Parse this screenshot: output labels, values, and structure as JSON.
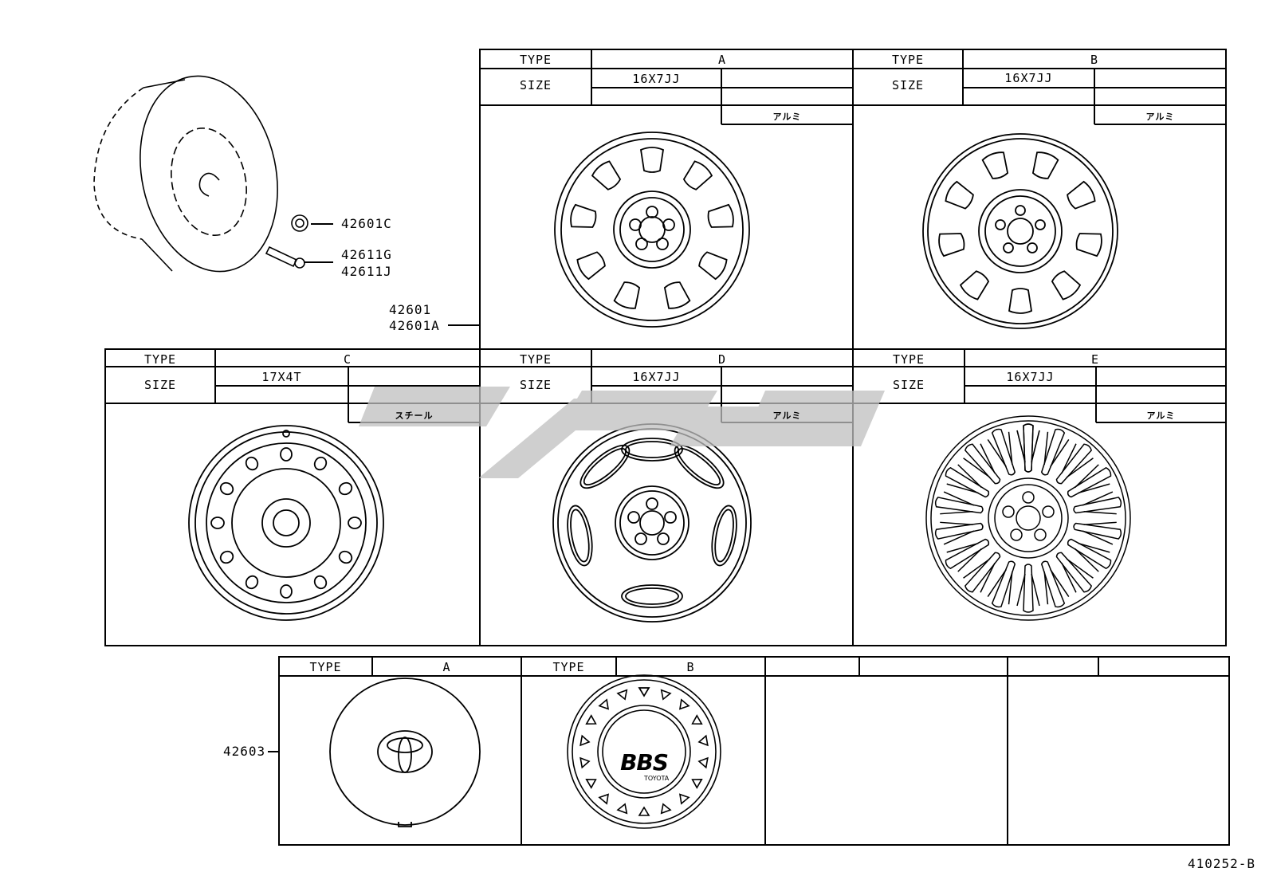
{
  "callouts": {
    "nut": "42601C",
    "valve_1": "42611G",
    "valve_2": "42611J",
    "wheel_1": "42601",
    "wheel_2": "42601A",
    "ornament": "42603"
  },
  "header_labels": {
    "type": "TYPE",
    "size": "SIZE"
  },
  "wheels": [
    {
      "type": "A",
      "size": "16X7JJ",
      "material": "アルミ"
    },
    {
      "type": "B",
      "size": "16X7JJ",
      "material": "アルミ"
    },
    {
      "type": "C",
      "size": "17X4T",
      "material": "スチール"
    },
    {
      "type": "D",
      "size": "16X7JJ",
      "material": "アルミ"
    },
    {
      "type": "E",
      "size": "16X7JJ",
      "material": "アルミ"
    }
  ],
  "caps": [
    {
      "type": "A"
    },
    {
      "type": "B",
      "logo": "BBS",
      "sublogo": "TOYOTA"
    }
  ],
  "watermark": "cisco-like",
  "figure_id": "410252-B"
}
